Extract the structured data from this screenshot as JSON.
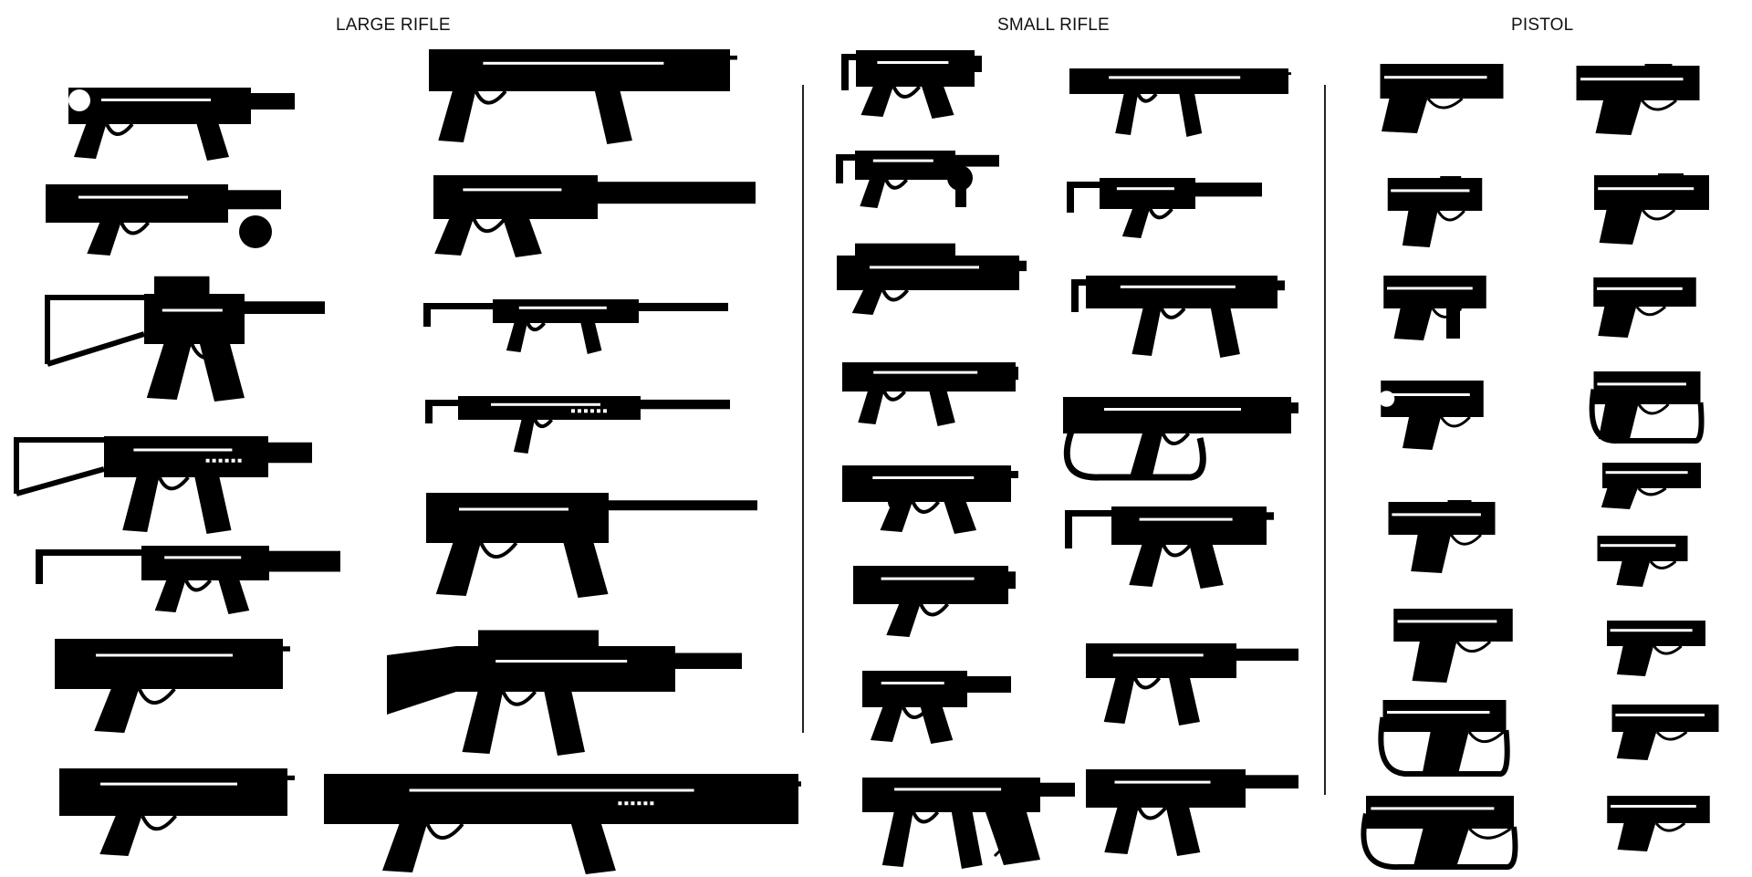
{
  "headings": {
    "large_rifle": "LARGE RIFLE",
    "small_rifle": "SMALL RIFLE",
    "pistol": "PISTOL"
  },
  "colors": {
    "ink": "#000000",
    "background": "#ffffff"
  }
}
